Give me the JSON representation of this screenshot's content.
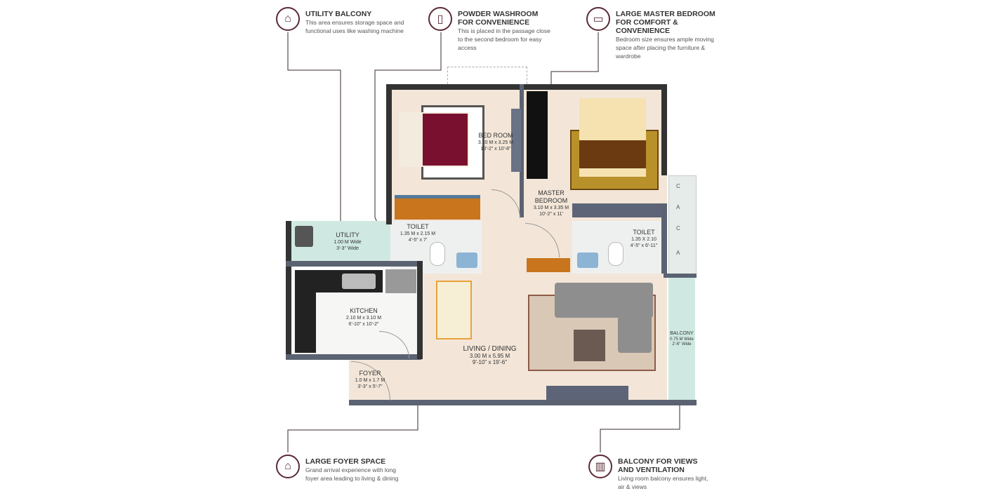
{
  "callouts": {
    "utility": {
      "icon": "utility-balcony-icon",
      "title": "UTILITY BALCONY",
      "desc": "This area ensures storage space and functional uses like washing machine"
    },
    "powder": {
      "icon": "washroom-icon",
      "title": "POWDER WASHROOM FOR CONVENIENCE",
      "desc": "This is placed in the passage close to the second bedroom for easy access"
    },
    "master": {
      "icon": "bed-icon",
      "title": "LARGE MASTER BEDROOM FOR COMFORT & CONVENIENCE",
      "desc": "Bedroom size ensures ample moving space after placing the furniture & wardrobe"
    },
    "foyer": {
      "icon": "foyer-icon",
      "title": "LARGE FOYER SPACE",
      "desc": "Grand arrival experience with long foyer area leading to living & dining"
    },
    "balcony": {
      "icon": "balcony-icon",
      "title": "BALCONY FOR VIEWS AND VENTILATION",
      "desc": "Living room balcony ensures light, air & views"
    }
  },
  "rooms": {
    "bedroom": {
      "name": "BED ROOM",
      "metric": "3.10 M x 3.25 M",
      "imperial": "10'-2\" x 10'-8\""
    },
    "master": {
      "name": "MASTER BEDROOM",
      "metric": "3.10 M x 3.35 M",
      "imperial": "10'-2\" x 11'"
    },
    "toilet1": {
      "name": "TOILET",
      "metric": "1.35 M x 2.15 M",
      "imperial": "4'-5\" x 7'"
    },
    "toilet2": {
      "name": "TOILET",
      "metric": "1.35 X 2.10",
      "imperial": "4'-5\" x 6'-11\""
    },
    "utility": {
      "name": "UTILITY",
      "metric": "1.00 M Wide",
      "imperial": "3'-3\" Wide"
    },
    "kitchen": {
      "name": "KITCHEN",
      "metric": "2.10 M x 3.10 M",
      "imperial": "6'-10\" x 10'-2\""
    },
    "living": {
      "name": "LIVING / DINING",
      "metric": "3.00 M x 5.95  M",
      "imperial": "9'-10\" x 19'-6\""
    },
    "foyer": {
      "name": "FOYER",
      "metric": "1.0 M x 1.7 M",
      "imperial": "3'-3\" x 5'-7\""
    },
    "balcony": {
      "name": "BALCONY",
      "metric": "0.75 M Wide",
      "imperial": "2'-6\" Wide"
    }
  },
  "ac_labels": [
    "C",
    "A",
    "C",
    "A"
  ]
}
